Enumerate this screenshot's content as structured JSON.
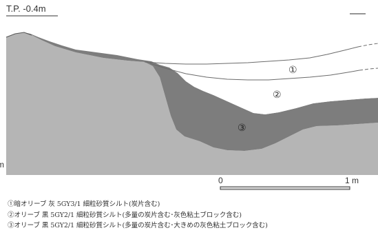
{
  "figure": {
    "elevation_label": "T.P. -0.4m",
    "edge_mark": "m",
    "layers": [
      {
        "marker": "①",
        "color": "#ffffff"
      },
      {
        "marker": "②",
        "color": "#ffffff"
      },
      {
        "marker": "③",
        "color": "#7d7d7d"
      }
    ],
    "base_color": "#b5b5b5",
    "scale_bar": {
      "start_label": "0",
      "end_label": "1 m"
    }
  },
  "legend": {
    "items": [
      "①暗オリーブ 灰 5GY3/1 細粒砂質シルト(炭片含む)",
      "②オリーブ 黒 5GY2/1 細粒砂質シルト(多量の炭片含む･灰色粘土ブロック含む)",
      "③オリーブ 黒 5GY2/1 細粒砂質シルト(多量の炭片含む･大きめの灰色粘土ブロック含む)"
    ]
  }
}
